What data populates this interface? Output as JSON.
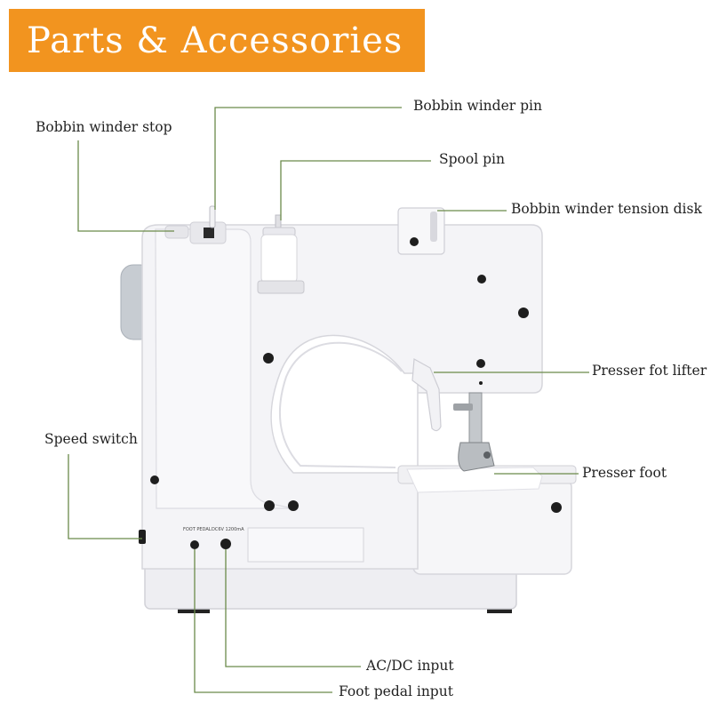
{
  "banner": {
    "title": "Parts & Accessories",
    "color": "#f2941f"
  },
  "leader_color": "#6b8a4a",
  "machine_print": {
    "foot_pedal": "FOOT PEDAL",
    "power_rating": "DC6V 1200mA"
  },
  "callouts": {
    "bobbin_winder_stop": "Bobbin winder stop",
    "bobbin_winder_pin": "Bobbin winder pin",
    "spool_pin": "Spool pin",
    "bobbin_winder_tension_disk": "Bobbin winder tension disk",
    "presser_foot_lifter": "Presser fot lifter",
    "speed_switch": "Speed switch",
    "presser_foot": "Presser foot",
    "ac_dc_input": "AC/DC input",
    "foot_pedal_input": "Foot pedal input"
  }
}
